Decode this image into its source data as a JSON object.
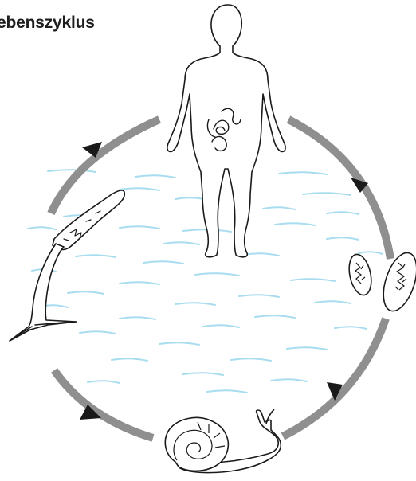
{
  "title": "ebenszyklus",
  "colors": {
    "cycle_ring": "#8f8f8f",
    "water_lines": "#a8dcef",
    "outline": "#1a1a1a",
    "background": "#ffffff"
  },
  "cycle": {
    "direction": "clockwise",
    "stages": [
      {
        "name": "human-host",
        "position": "top"
      },
      {
        "name": "eggs",
        "position": "right"
      },
      {
        "name": "snail-intermediate-host",
        "position": "bottom"
      },
      {
        "name": "cercaria-larva",
        "position": "left"
      }
    ],
    "arrow_count": 4
  },
  "icons": [
    "human-figure-icon",
    "eggs-icon",
    "snail-icon",
    "cercaria-icon",
    "worm-icon"
  ]
}
